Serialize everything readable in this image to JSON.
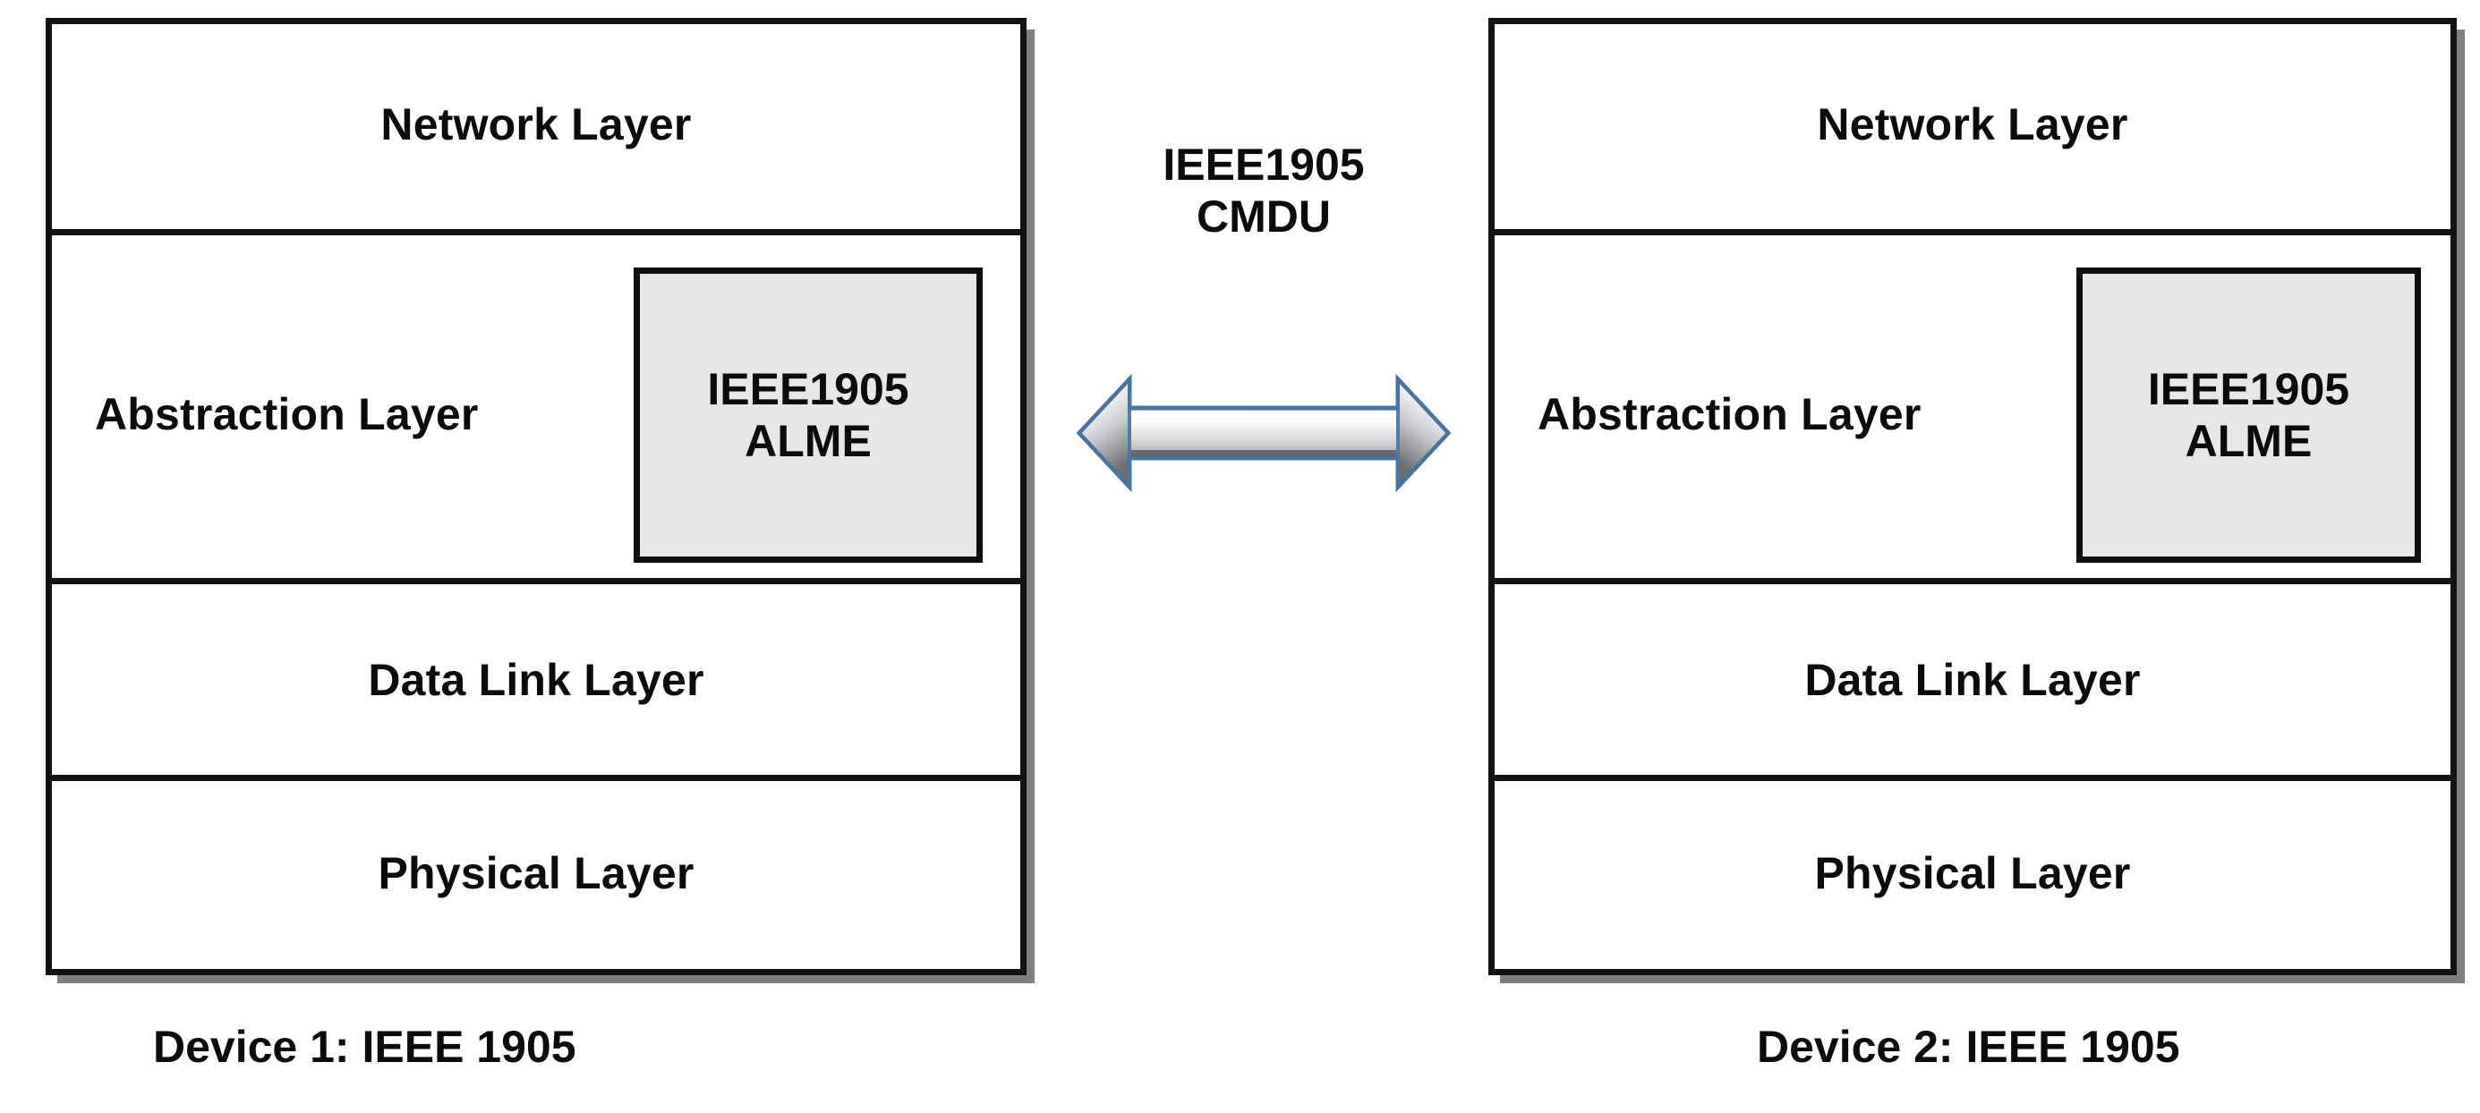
{
  "diagram": {
    "title_text_present": false,
    "layer_names": [
      "Network Layer",
      "Abstraction Layer",
      "Data Link Layer",
      "Physical Layer"
    ],
    "alme_label": "IEEE1905\nALME",
    "link": {
      "label": "IEEE1905\nCMDU",
      "arrow_direction": "bidirectional",
      "arrow_icon": "double-headed-arrow-icon"
    },
    "colors": {
      "stack_border": "#131313",
      "stack_fill": "#ffffff",
      "alme_fill": "#e7e7e7",
      "alme_border": "#0e0e0e",
      "text": "#0b0b0b",
      "shadow": "#787878",
      "arrow_outline": "#4a74a0",
      "arrow_light": "#f4f4f4",
      "arrow_mid": "#c9c9c9",
      "arrow_dark": "#6d6d6d"
    },
    "devices": [
      {
        "id": "device-1",
        "caption": "Device 1: IEEE 1905",
        "layers": [
          {
            "name": "Network Layer",
            "has_alme": false
          },
          {
            "name": "Abstraction Layer",
            "has_alme": true,
            "alme_label": "IEEE1905\nALME"
          },
          {
            "name": "Data Link Layer",
            "has_alme": false
          },
          {
            "name": "Physical Layer",
            "has_alme": false
          }
        ]
      },
      {
        "id": "device-2",
        "caption": "Device 2: IEEE 1905",
        "layers": [
          {
            "name": "Network Layer",
            "has_alme": false
          },
          {
            "name": "Abstraction Layer",
            "has_alme": true,
            "alme_label": "IEEE1905\nALME"
          },
          {
            "name": "Data Link Layer",
            "has_alme": false
          },
          {
            "name": "Physical Layer",
            "has_alme": false
          }
        ]
      }
    ]
  }
}
